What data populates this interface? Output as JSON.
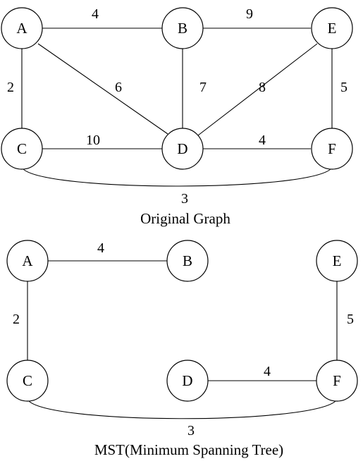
{
  "original_graph": {
    "caption": "Original Graph",
    "nodes": [
      {
        "id": "A",
        "label": "A"
      },
      {
        "id": "B",
        "label": "B"
      },
      {
        "id": "E",
        "label": "E"
      },
      {
        "id": "C",
        "label": "C"
      },
      {
        "id": "D",
        "label": "D"
      },
      {
        "id": "F",
        "label": "F"
      }
    ],
    "edges": [
      {
        "from": "A",
        "to": "B",
        "weight": "4"
      },
      {
        "from": "B",
        "to": "E",
        "weight": "9"
      },
      {
        "from": "A",
        "to": "C",
        "weight": "2"
      },
      {
        "from": "A",
        "to": "D",
        "weight": "6"
      },
      {
        "from": "B",
        "to": "D",
        "weight": "7"
      },
      {
        "from": "E",
        "to": "D",
        "weight": "8"
      },
      {
        "from": "E",
        "to": "F",
        "weight": "5"
      },
      {
        "from": "C",
        "to": "D",
        "weight": "10"
      },
      {
        "from": "D",
        "to": "F",
        "weight": "4"
      },
      {
        "from": "C",
        "to": "F",
        "weight": "3"
      }
    ]
  },
  "mst": {
    "caption": "MST(Minimum Spanning Tree)",
    "nodes": [
      {
        "id": "A",
        "label": "A"
      },
      {
        "id": "B",
        "label": "B"
      },
      {
        "id": "E",
        "label": "E"
      },
      {
        "id": "C",
        "label": "C"
      },
      {
        "id": "D",
        "label": "D"
      },
      {
        "id": "F",
        "label": "F"
      }
    ],
    "edges": [
      {
        "from": "A",
        "to": "B",
        "weight": "4"
      },
      {
        "from": "A",
        "to": "C",
        "weight": "2"
      },
      {
        "from": "E",
        "to": "F",
        "weight": "5"
      },
      {
        "from": "D",
        "to": "F",
        "weight": "4"
      },
      {
        "from": "C",
        "to": "F",
        "weight": "3"
      }
    ]
  }
}
